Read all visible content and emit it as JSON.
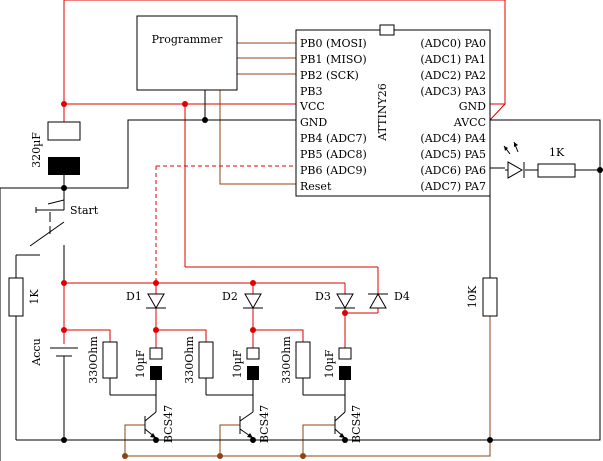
{
  "chip": {
    "name": "ATTINY26",
    "left_pins": [
      "PB0 (MOSI)",
      "PB1 (MISO)",
      "PB2 (SCK)",
      "PB3",
      "VCC",
      "GND",
      "PB4 (ADC7)",
      "PB5 (ADC8)",
      "PB6 (ADC9)",
      "Reset"
    ],
    "right_pins": [
      "(ADC0) PA0",
      "(ADC1) PA1",
      "(ADC2) PA2",
      "(ADC3) PA3",
      "GND",
      "AVCC",
      "(ADC4) PA4",
      "(ADC5) PA5",
      "(ADC6) PA6",
      "(ADC7) PA7"
    ]
  },
  "programmer": {
    "label": "Programmer"
  },
  "components": {
    "cap_main": "320µF",
    "start": "Start",
    "r_left": "1K",
    "accu": "Accu",
    "led_r": "1K",
    "r_right": "10K",
    "d1": "D1",
    "d2": "D2",
    "d3": "D3",
    "d4": "D4",
    "r1": "330Ohm",
    "r2": "330Ohm",
    "r3": "330Ohm",
    "c1": "10µF",
    "c2": "10µF",
    "c3": "10µF",
    "t1": "BCS47",
    "t2": "BCS47",
    "t3": "BCS47"
  },
  "colors": {
    "vcc_wire": "#e00000",
    "signal_wire": "#8b4513",
    "ground_wire": "#000000"
  }
}
